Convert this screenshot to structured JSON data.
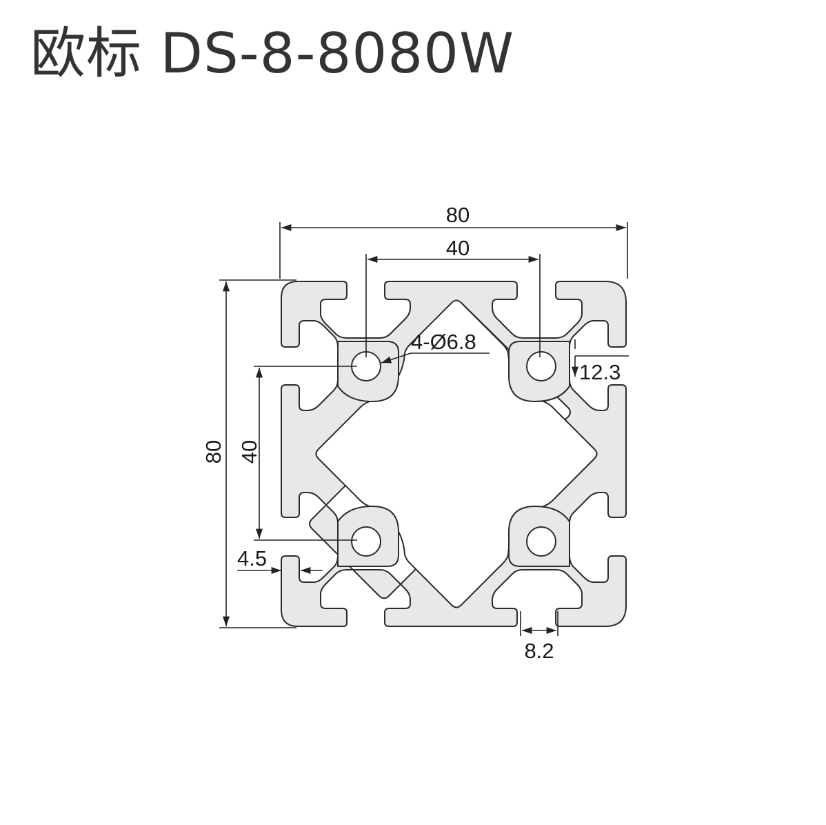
{
  "title": "欧标  DS-8-8080W",
  "dimensions": {
    "overall_width": "80",
    "overall_height": "80",
    "hole_spacing_horizontal": "40",
    "hole_spacing_vertical": "40",
    "hole_callout": "4-Ø6.8",
    "slot_depth": "12.3",
    "lip_thickness": "4.5",
    "slot_opening": "8.2"
  },
  "colors": {
    "profile_fill": "#e7e8ea",
    "outline": "#2b2b2b",
    "title_text": "#333333"
  }
}
